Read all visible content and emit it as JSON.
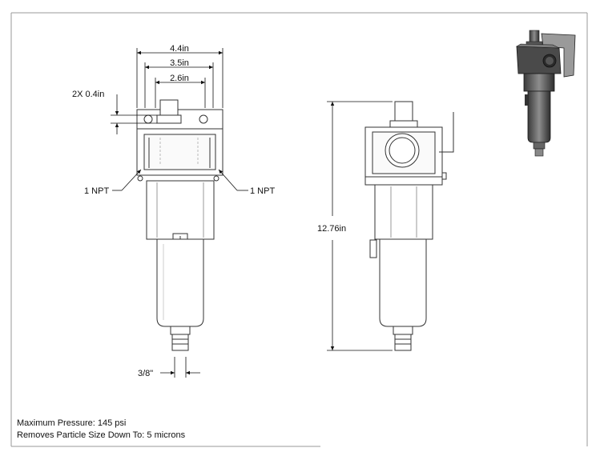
{
  "dimensions": {
    "overall_width": "4.4in",
    "mount_hole_spacing": "3.5in",
    "inner_width": "2.6in",
    "mount_hole": "2X 0.4in",
    "port_left": "1 NPT",
    "port_right": "1 NPT",
    "drain": "3/8\"",
    "height": "12.76in"
  },
  "notes": {
    "max_pressure": "Maximum Pressure: 145 psi",
    "particle_size": "Removes Particle Size Down To: 5 microns"
  },
  "icons": {
    "arrow": "arrowhead-icon",
    "render": "filter-3d-render-icon"
  }
}
